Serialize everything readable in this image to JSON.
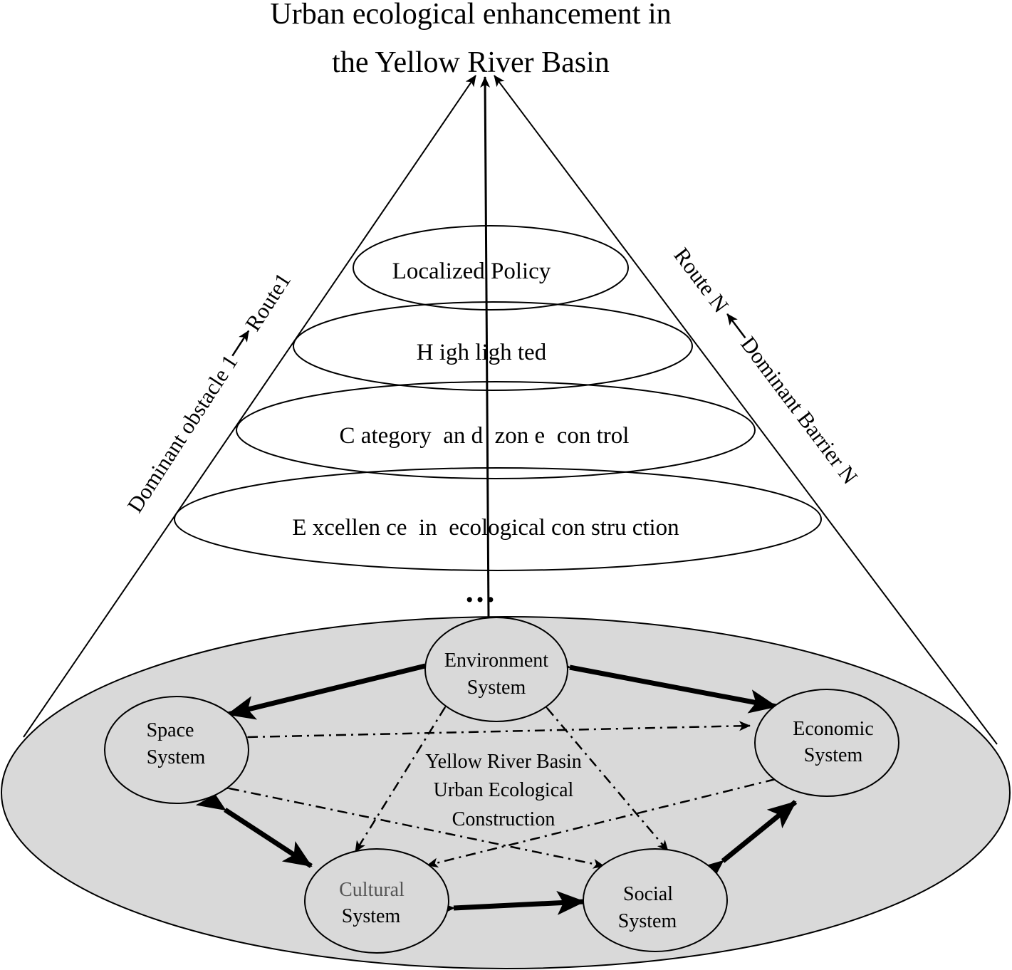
{
  "title": {
    "line1": "Urban ecological enhancement in",
    "line2": "the Yellow River Basin"
  },
  "rings": [
    {
      "id": "localized",
      "label": "Localized Policy"
    },
    {
      "id": "highlighted",
      "label": "H igh ligh ted"
    },
    {
      "id": "category",
      "label": "C ategory  an d  zon e  con trol"
    },
    {
      "id": "excellence",
      "label": "E xcellen ce  in  ecological con stru ction"
    }
  ],
  "ellipsis": "…",
  "side_labels": {
    "left": "Dominant obstacle 1",
    "left_route": "Route1",
    "right_route": "Route N",
    "right": "Dominant Barrier N"
  },
  "center": {
    "line1": "Yellow River Basin",
    "line2": "Urban Ecological",
    "line3": "Construction"
  },
  "nodes": {
    "environment": {
      "line1": "Environment",
      "line2": "System"
    },
    "space": {
      "line1": "Space",
      "line2": "System"
    },
    "economic": {
      "line1": "Economic",
      "line2": "System"
    },
    "cultural": {
      "line1": "Cultural",
      "line2": "System"
    },
    "social": {
      "line1": "Social",
      "line2": "System"
    }
  },
  "colors": {
    "base_fill": "#d9d9d9",
    "stroke": "#000000",
    "cultural_text": "#555555"
  }
}
